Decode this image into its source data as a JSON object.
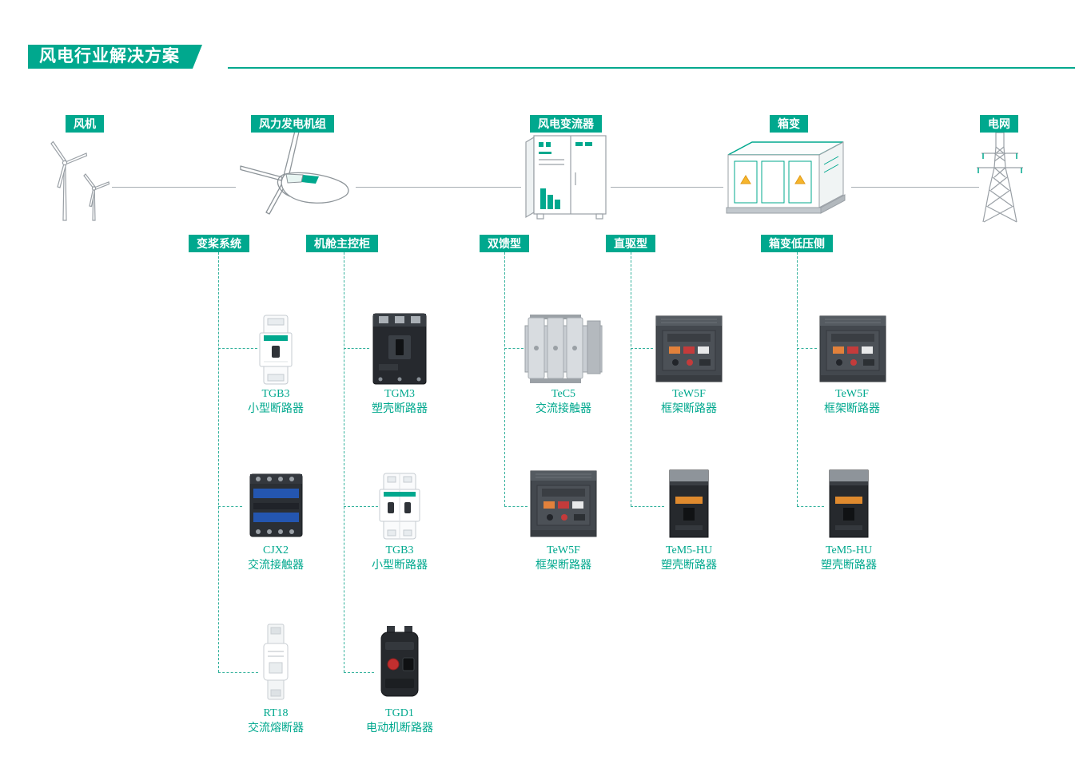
{
  "accent_color": "#00a88e",
  "page": {
    "title": "风电行业解决方案"
  },
  "top_nodes": [
    {
      "label": "风机",
      "icon": "wind-turbines-icon"
    },
    {
      "label": "风力发电机组",
      "icon": "nacelle-icon"
    },
    {
      "label": "风电变流器",
      "icon": "converter-cabinet-icon"
    },
    {
      "label": "箱变",
      "icon": "box-substation-icon"
    },
    {
      "label": "电网",
      "icon": "transmission-tower-icon"
    }
  ],
  "columns": [
    {
      "label": "变桨系统",
      "products": [
        {
          "model": "TGB3",
          "desc": "小型断路器",
          "icon": "miniature-circuit-breaker-icon"
        },
        {
          "model": "CJX2",
          "desc": "交流接触器",
          "icon": "ac-contactor-icon"
        },
        {
          "model": "RT18",
          "desc": "交流熔断器",
          "icon": "ac-fuse-icon"
        }
      ]
    },
    {
      "label": "机舱主控柜",
      "products": [
        {
          "model": "TGM3",
          "desc": "塑壳断路器",
          "icon": "molded-case-circuit-breaker-icon"
        },
        {
          "model": "TGB3",
          "desc": "小型断路器",
          "icon": "miniature-circuit-breaker-icon"
        },
        {
          "model": "TGD1",
          "desc": "电动机断路器",
          "icon": "motor-circuit-breaker-icon"
        }
      ]
    },
    {
      "label": "双馈型",
      "products": [
        {
          "model": "TeC5",
          "desc": "交流接触器",
          "icon": "ac-contactor-icon"
        },
        {
          "model": "TeW5F",
          "desc": "框架断路器",
          "icon": "air-circuit-breaker-icon"
        }
      ]
    },
    {
      "label": "直驱型",
      "products": [
        {
          "model": "TeW5F",
          "desc": "框架断路器",
          "icon": "air-circuit-breaker-icon"
        },
        {
          "model": "TeM5-HU",
          "desc": "塑壳断路器",
          "icon": "molded-case-circuit-breaker-icon"
        }
      ]
    },
    {
      "label": "箱变低压侧",
      "products": [
        {
          "model": "TeW5F",
          "desc": "框架断路器",
          "icon": "air-circuit-breaker-icon"
        },
        {
          "model": "TeM5-HU",
          "desc": "塑壳断路器",
          "icon": "molded-case-circuit-breaker-icon"
        }
      ]
    }
  ]
}
